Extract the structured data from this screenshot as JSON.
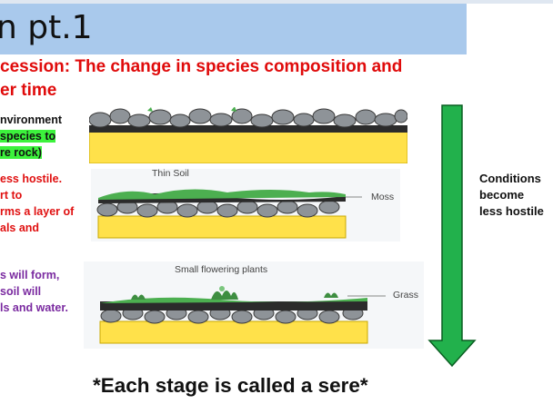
{
  "slide": {
    "title": "n pt.1",
    "definition": [
      "cession: The change in species composition and",
      "er time"
    ],
    "stages": [
      {
        "lines": [
          "nvironment",
          " species to",
          "re rock)"
        ]
      },
      {
        "lines": [
          "ess hostile.",
          "rt to",
          "rms a layer of",
          "als and"
        ]
      },
      {
        "lines": [
          "s will form,",
          "soil will",
          "ls and water."
        ]
      }
    ],
    "panels": [
      {
        "labels": []
      },
      {
        "labels": [
          "Thin Soil",
          "Moss"
        ]
      },
      {
        "labels": [
          "Small flowering plants",
          "Grass"
        ]
      }
    ],
    "side_note": [
      "Conditions",
      "become",
      "less hostile"
    ],
    "footer": "*Each stage is called a sere*"
  },
  "colors": {
    "title_bar": "#a9c9ec",
    "definition_text": "#e00b0b",
    "highlight": "#3cf23c",
    "stage_two_text": "#e01010",
    "stage_three_text": "#7a2aa0",
    "arrow": "#22b14c",
    "sand": "#ffe14a",
    "rock": "#8e9398",
    "grass": "#4caf50"
  },
  "icons": [
    "down-arrow-icon",
    "pointer-line-icon"
  ]
}
